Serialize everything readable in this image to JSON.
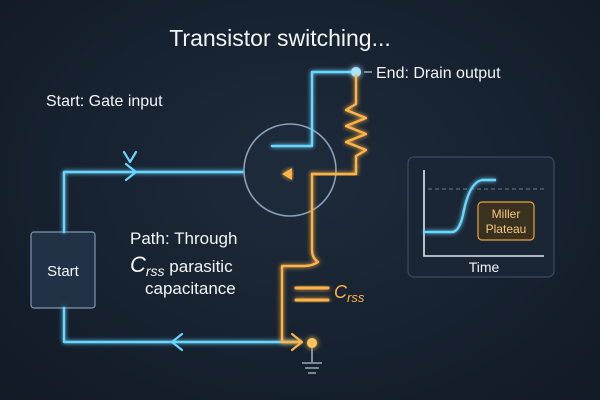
{
  "title": "Transistor switching...",
  "labels": {
    "start_gate": "Start: Gate input",
    "end_drain": "End: Drain output",
    "path_line1": "Path: Through",
    "crss_symbol": "C",
    "crss_sub": "rss",
    "path_line2_rest": " parasitic",
    "path_line3": "capacitance",
    "start_box": "Start",
    "cap_symbol": "C",
    "cap_sub": "rss"
  },
  "inset": {
    "badge_line1": "Miller",
    "badge_line2": "Plateau",
    "xlabel": "Time"
  },
  "colors": {
    "gate_path": "#69d6ff",
    "crss_path": "#ffb347",
    "background": "#172230"
  }
}
